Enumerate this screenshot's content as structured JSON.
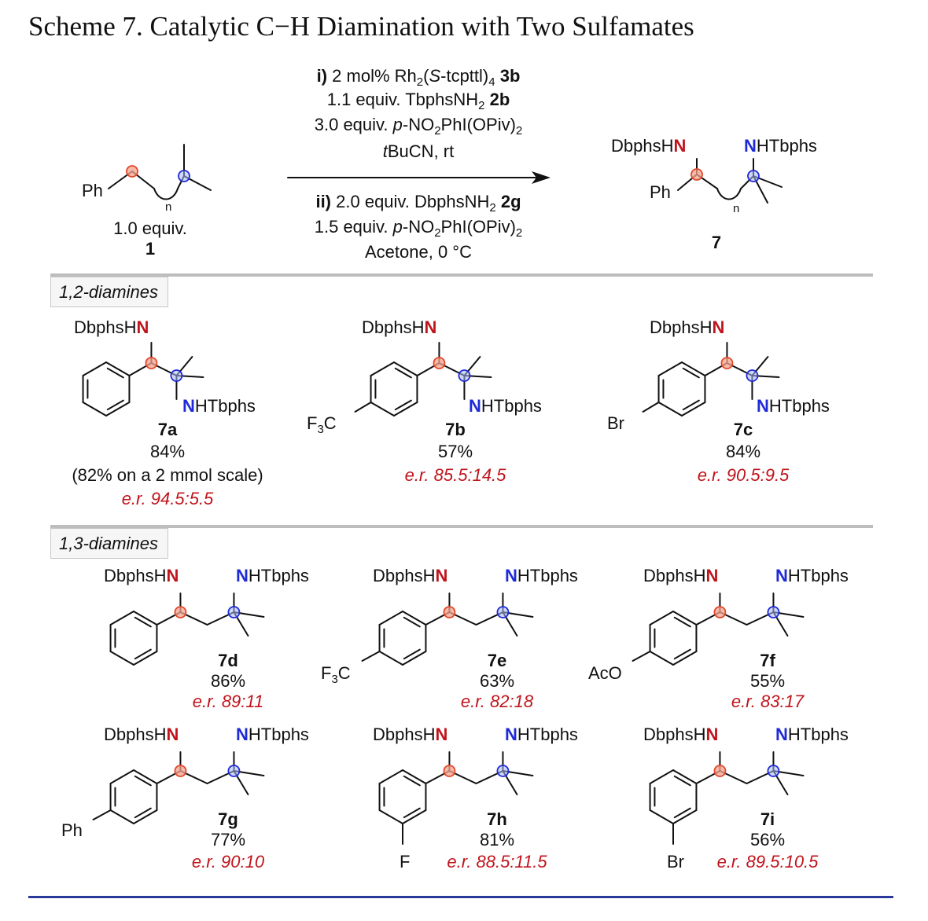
{
  "title": "Scheme 7. Catalytic C−H Diamination with Two Sulfamates",
  "reaction": {
    "sm_ph": "Ph",
    "sm_n": "n",
    "sm_equiv": "1.0 equiv.",
    "sm_number": "1",
    "step1_label": "i)",
    "step1_line1_pre": "2 mol% Rh",
    "step1_line1_sub": "2",
    "step1_line1_paren": "(",
    "step1_line1_it": "S",
    "step1_line1_mid": "-tcpttl)",
    "step1_line1_sub2": "4",
    "step1_line1_bold": "3b",
    "step1_line2_pre": "1.1 equiv. TbphsNH",
    "step1_line2_sub": "2",
    "step1_line2_bold": "2b",
    "step1_line3_pre": "3.0 equiv. ",
    "step1_line3_it": "p",
    "step1_line3_a": "-NO",
    "step1_line3_sub": "2",
    "step1_line3_b": "PhI(OPiv)",
    "step1_line3_sub2": "2",
    "step1_line4_it": "t",
    "step1_line4": "BuCN, rt",
    "step2_label": "ii)",
    "step2_line1_pre": "2.0 equiv. DbphsNH",
    "step2_line1_sub": "2",
    "step2_line1_bold": "2g",
    "step2_line2_pre": "1.5 equiv. ",
    "step2_line2_it": "p",
    "step2_line2_a": "-NO",
    "step2_line2_sub": "2",
    "step2_line2_b": "PhI(OPiv)",
    "step2_line2_sub2": "2",
    "step2_line3": "Acetone, 0 °C",
    "pr_left_a": "DbphsH",
    "pr_left_n": "N",
    "pr_right_n": "N",
    "pr_right_a": "HTbphs",
    "pr_ph": "Ph",
    "pr_n": "n",
    "pr_number": "7"
  },
  "sections": {
    "diamines12": "1,2-diamines",
    "diamines13": "1,3-diamines"
  },
  "groups": {
    "dbphs_pre": "DbphsH",
    "dbphs_n": "N",
    "tbphs_n": "N",
    "tbphs_post": "HTbphs",
    "cf3_pre": "F",
    "cf3_sub": "3",
    "cf3_post": "C",
    "br": "Br",
    "aco": "AcO",
    "ph": "Ph",
    "f": "F"
  },
  "compounds": [
    {
      "id": "7a",
      "yield": "84%",
      "note": "(82% on a 2 mmol scale)",
      "er": "e.r. 94.5:5.5"
    },
    {
      "id": "7b",
      "yield": "57%",
      "er": "e.r. 85.5:14.5"
    },
    {
      "id": "7c",
      "yield": "84%",
      "er": "e.r. 90.5:9.5"
    },
    {
      "id": "7d",
      "yield": "86%",
      "er": "e.r. 89:11"
    },
    {
      "id": "7e",
      "yield": "63%",
      "er": "e.r. 82:18"
    },
    {
      "id": "7f",
      "yield": "55%",
      "er": "e.r. 83:17"
    },
    {
      "id": "7g",
      "yield": "77%",
      "er": "e.r. 90:10"
    },
    {
      "id": "7h",
      "yield": "81%",
      "er": "e.r. 88.5:11.5"
    },
    {
      "id": "7i",
      "yield": "56%",
      "er": "e.r. 89.5:10.5"
    }
  ]
}
